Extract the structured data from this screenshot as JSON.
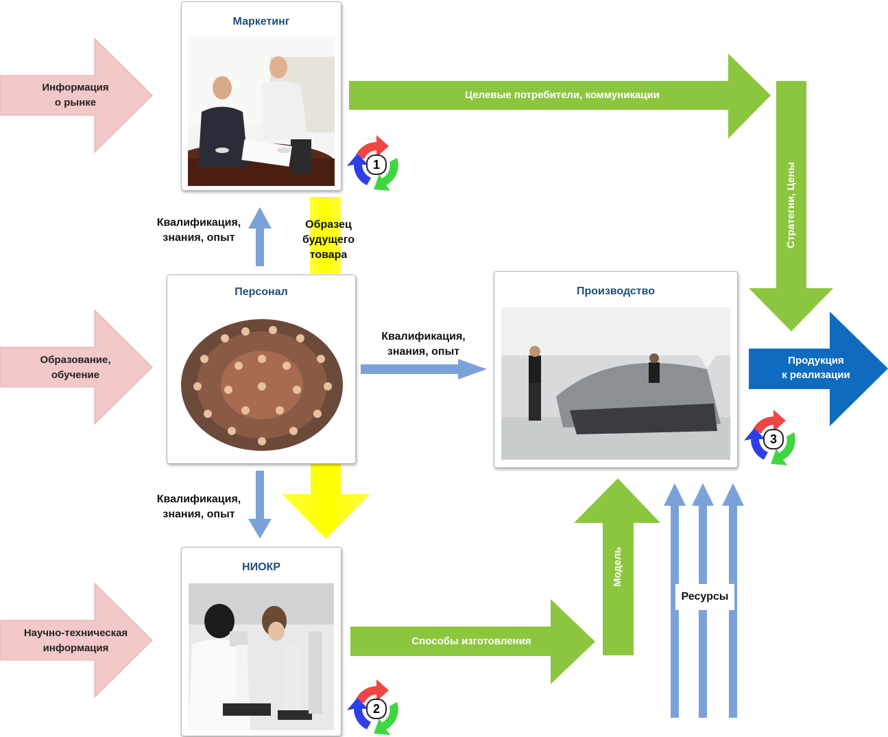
{
  "boxes": {
    "marketing": "Маркетинг",
    "personnel": "Персонал",
    "production": "Производство",
    "niokr": "НИОКР"
  },
  "inputs": {
    "market_info": [
      "Информация",
      "о рынке"
    ],
    "education": [
      "Образование,",
      "обучение"
    ],
    "sci_info": [
      "Научно-техническая",
      "информация"
    ]
  },
  "flows": {
    "target_consumers": "Целевые потребители, коммуникации",
    "strategies": "Стратегии, Цены",
    "product": [
      "Продукция",
      "к реализации"
    ],
    "qual_up": [
      "Квалификация,",
      "знания, опыт"
    ],
    "sample": [
      "Образец",
      "будущего",
      "товара"
    ],
    "qual_right": [
      "Квалификация,",
      "знания, опыт"
    ],
    "qual_down": [
      "Квалификация,",
      "знания, опыт"
    ],
    "methods": "Способы изготовления",
    "model": "Модель",
    "resources": "Ресурсы"
  },
  "cycles": {
    "c1": "1",
    "c2": "2",
    "c3": "3"
  },
  "colors": {
    "pink": "#f2c8c8",
    "green": "#8cc63f",
    "blue_light": "#7ba2d8",
    "yellow": "#ffff00",
    "blue_dark": "#0e6bbf",
    "title": "#1f4e79"
  }
}
